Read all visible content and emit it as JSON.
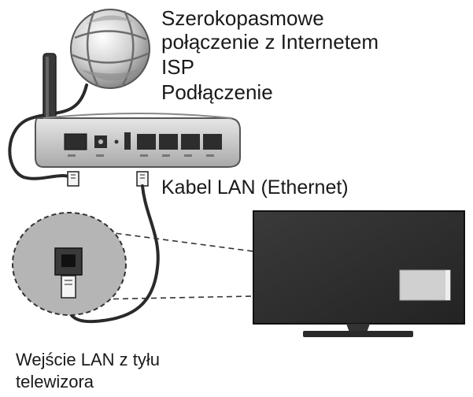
{
  "isp_label": {
    "line1": "Szerokopasmowe",
    "line2": "połączenie z Internetem",
    "line3": "ISP",
    "line4": "Podłączenie"
  },
  "lan_cable_label": "Kabel LAN  (Ethernet)",
  "tv_input_label": {
    "line1": "Wejście LAN z tyłu",
    "line2": "telewizora"
  },
  "colors": {
    "ink": "#1a1a1a",
    "router_body": "#bdbdbd",
    "tv_screen": "#2f2f2f",
    "zoom_circle": "#b5b5b5",
    "globe": "#c8c8c8"
  },
  "icons": {
    "globe": "internet-globe-icon",
    "router": "router-icon",
    "tv": "television-icon",
    "connector": "ethernet-connector-icon"
  }
}
